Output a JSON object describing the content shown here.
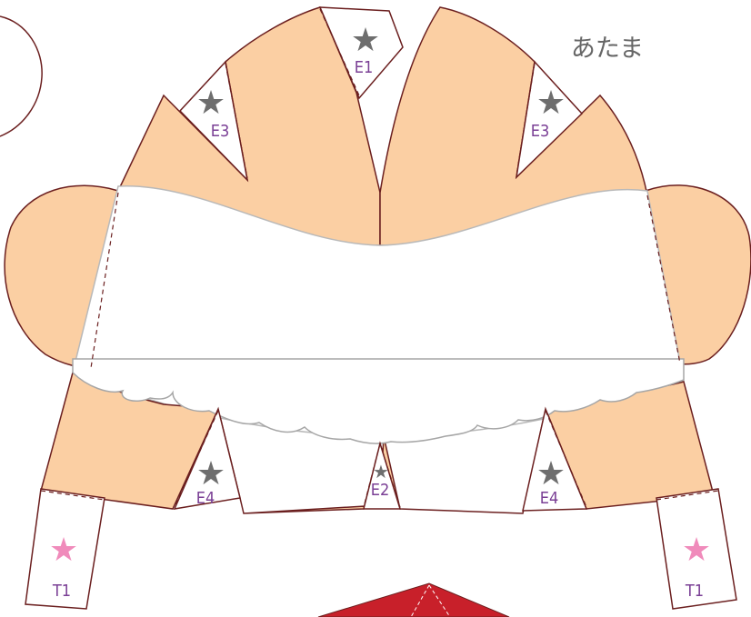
{
  "title": "あたま",
  "tabs": {
    "top_center": "E1",
    "upper_left": "E3",
    "upper_right": "E3",
    "lower_left": "E4",
    "lower_center": "E2",
    "lower_right": "E4",
    "side_left": "T1",
    "side_right": "T1"
  },
  "colors": {
    "skin": "#fbcfa3",
    "outline": "#6b1f1f",
    "fold_line": "#6b1f1f",
    "star_gray": "#6e6e6e",
    "star_pink": "#f08bbb",
    "label": "#7a3f95",
    "red_piece": "#c8202a"
  }
}
